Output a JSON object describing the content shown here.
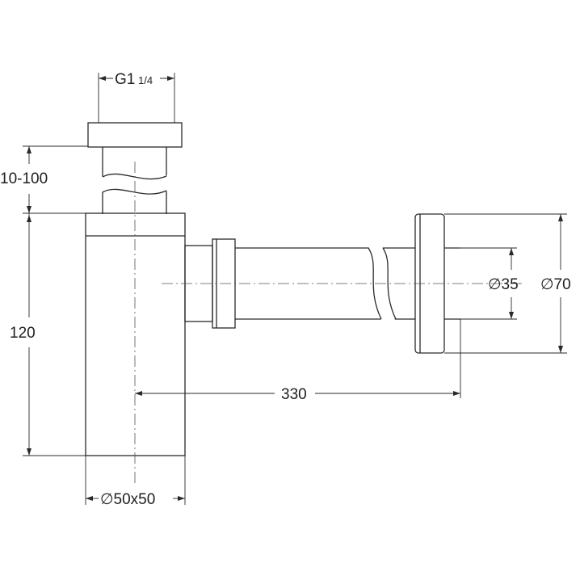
{
  "dimensions": {
    "thread": {
      "main": "G1",
      "fraction": "1/4"
    },
    "adjustable_height": "10-100",
    "body_height": "120",
    "body_size": "∅50x50",
    "outlet_length": "330",
    "pipe_diameter": "∅35",
    "flange_diameter": "∅70"
  }
}
